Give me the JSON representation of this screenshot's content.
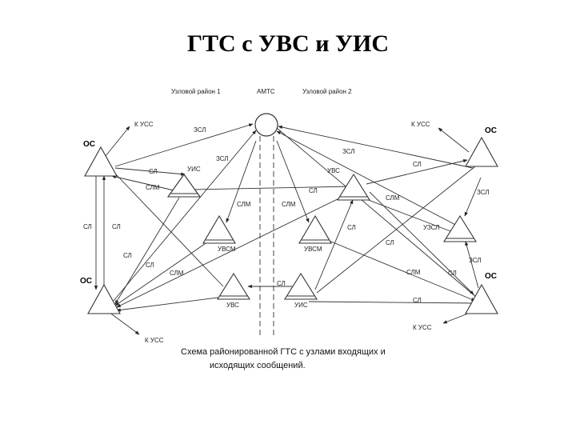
{
  "slide": {
    "title": "ГТС с УВС и УИС"
  },
  "diagram": {
    "headers": {
      "area1": "Узловой район 1",
      "amts": "АМТС",
      "area2": "Узловой район 2"
    },
    "nodes": {
      "os_tl": "ОС",
      "os_bl": "ОС",
      "os_tr": "ОС",
      "os_br": "ОС",
      "uis_1": "УИС",
      "uvs_1": "УВС",
      "uvsm_1": "УВСМ",
      "uvs_2": "УВС",
      "uvsm_2": "УВСМ",
      "uis_2": "УИС",
      "uzsl": "УЗСЛ"
    },
    "link_labels": {
      "k_uss": "К УСС",
      "zsl": "ЗСЛ",
      "sl": "СЛ",
      "slm": "СЛМ"
    },
    "caption": {
      "line1": "Схема районированной ГТС с узлами входящих и",
      "line2": "исходящих сообщений."
    }
  }
}
